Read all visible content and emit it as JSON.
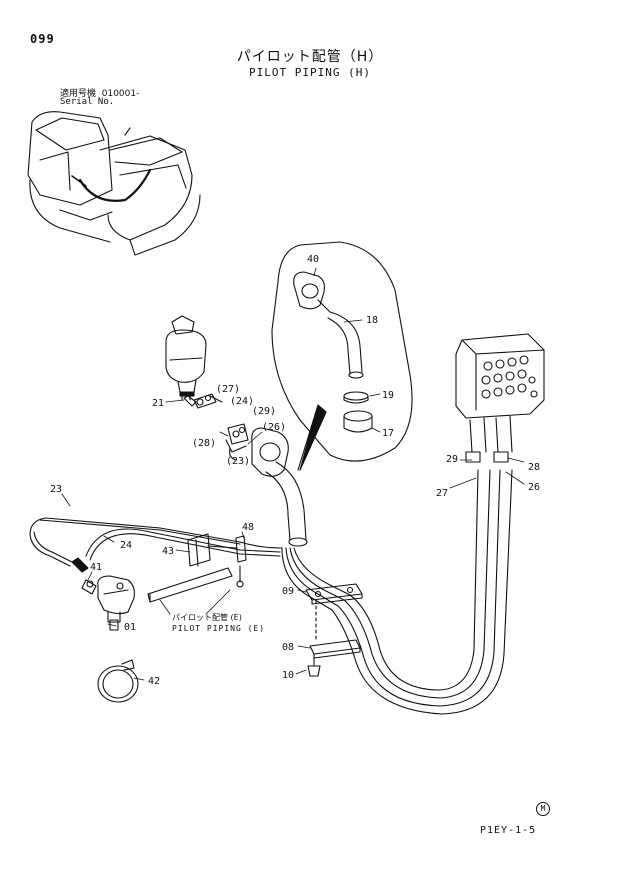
{
  "page_number": "099",
  "title_jp": "パイロット配管（H）",
  "title_en": "PILOT PIPING (H)",
  "serial": {
    "label_jp": "適用号機",
    "value": "010001-",
    "label_en": "Serial No."
  },
  "reference": {
    "jp": "パイロット配管 (E)",
    "en": "PILOT PIPING (E)"
  },
  "doc_code": "P1EY-1-5",
  "mark": "M",
  "callouts": [
    "40",
    "18",
    "19",
    "17",
    "21",
    "(27)",
    "(24)",
    "(29)",
    "(26)",
    "(28)",
    "(23)",
    "23",
    "24",
    "41",
    "01",
    "43",
    "48",
    "42",
    "09",
    "08",
    "10",
    "29",
    "28",
    "27",
    "26"
  ]
}
